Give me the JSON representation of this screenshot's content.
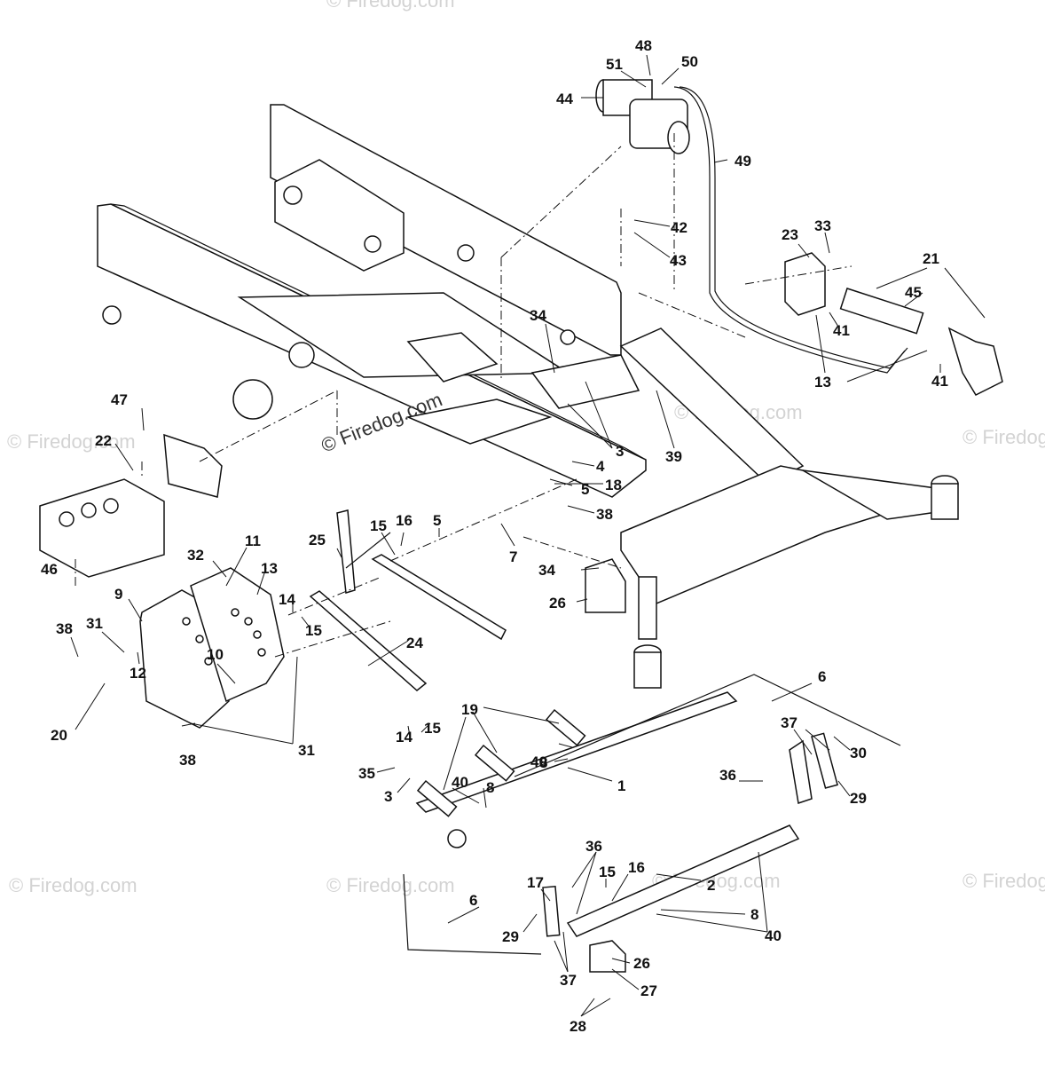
{
  "watermarks": [
    "© Firedog.com",
    "© Firedog.com",
    "© Firedog.com",
    "© Firedog.com",
    "© Firedog.com",
    "© Firedog.com",
    "© Firedog.com",
    "© Firedog.com"
  ],
  "main_watermark": "© Firedog.com",
  "callouts": [
    {
      "id": "48",
      "label": "48"
    },
    {
      "id": "51",
      "label": "51"
    },
    {
      "id": "50",
      "label": "50"
    },
    {
      "id": "44",
      "label": "44"
    },
    {
      "id": "49",
      "label": "49"
    },
    {
      "id": "42",
      "label": "42"
    },
    {
      "id": "43",
      "label": "43"
    },
    {
      "id": "33",
      "label": "33"
    },
    {
      "id": "23",
      "label": "23"
    },
    {
      "id": "21",
      "label": "21"
    },
    {
      "id": "45",
      "label": "45"
    },
    {
      "id": "41a",
      "label": "41"
    },
    {
      "id": "13a",
      "label": "13"
    },
    {
      "id": "41b",
      "label": "41"
    },
    {
      "id": "34a",
      "label": "34"
    },
    {
      "id": "39",
      "label": "39"
    },
    {
      "id": "3a",
      "label": "3"
    },
    {
      "id": "4",
      "label": "4"
    },
    {
      "id": "5a",
      "label": "5"
    },
    {
      "id": "18",
      "label": "18"
    },
    {
      "id": "38a",
      "label": "38"
    },
    {
      "id": "47",
      "label": "47"
    },
    {
      "id": "22",
      "label": "22"
    },
    {
      "id": "46",
      "label": "46"
    },
    {
      "id": "25",
      "label": "25"
    },
    {
      "id": "15a",
      "label": "15"
    },
    {
      "id": "16a",
      "label": "16"
    },
    {
      "id": "5b",
      "label": "5"
    },
    {
      "id": "7",
      "label": "7"
    },
    {
      "id": "34b",
      "label": "34"
    },
    {
      "id": "26a",
      "label": "26"
    },
    {
      "id": "32",
      "label": "32"
    },
    {
      "id": "11",
      "label": "11"
    },
    {
      "id": "13b",
      "label": "13"
    },
    {
      "id": "14a",
      "label": "14"
    },
    {
      "id": "15b",
      "label": "15"
    },
    {
      "id": "9",
      "label": "9"
    },
    {
      "id": "38b",
      "label": "38"
    },
    {
      "id": "31a",
      "label": "31"
    },
    {
      "id": "10",
      "label": "10"
    },
    {
      "id": "24",
      "label": "24"
    },
    {
      "id": "20",
      "label": "20"
    },
    {
      "id": "12",
      "label": "12"
    },
    {
      "id": "38c",
      "label": "38"
    },
    {
      "id": "31b",
      "label": "31"
    },
    {
      "id": "14b",
      "label": "14"
    },
    {
      "id": "15c",
      "label": "15"
    },
    {
      "id": "19",
      "label": "19"
    },
    {
      "id": "40a",
      "label": "40"
    },
    {
      "id": "8a",
      "label": "8"
    },
    {
      "id": "35",
      "label": "35"
    },
    {
      "id": "3b",
      "label": "3"
    },
    {
      "id": "40b",
      "label": "40"
    },
    {
      "id": "8b",
      "label": "8"
    },
    {
      "id": "1",
      "label": "1"
    },
    {
      "id": "6a",
      "label": "6"
    },
    {
      "id": "37a",
      "label": "37"
    },
    {
      "id": "30",
      "label": "30"
    },
    {
      "id": "36a",
      "label": "36"
    },
    {
      "id": "29a",
      "label": "29"
    },
    {
      "id": "36b",
      "label": "36"
    },
    {
      "id": "15d",
      "label": "15"
    },
    {
      "id": "16b",
      "label": "16"
    },
    {
      "id": "17",
      "label": "17"
    },
    {
      "id": "2",
      "label": "2"
    },
    {
      "id": "6b",
      "label": "6"
    },
    {
      "id": "29b",
      "label": "29"
    },
    {
      "id": "8c",
      "label": "8"
    },
    {
      "id": "40c",
      "label": "40"
    },
    {
      "id": "26b",
      "label": "26"
    },
    {
      "id": "37b",
      "label": "37"
    },
    {
      "id": "27",
      "label": "27"
    },
    {
      "id": "28",
      "label": "28"
    }
  ]
}
